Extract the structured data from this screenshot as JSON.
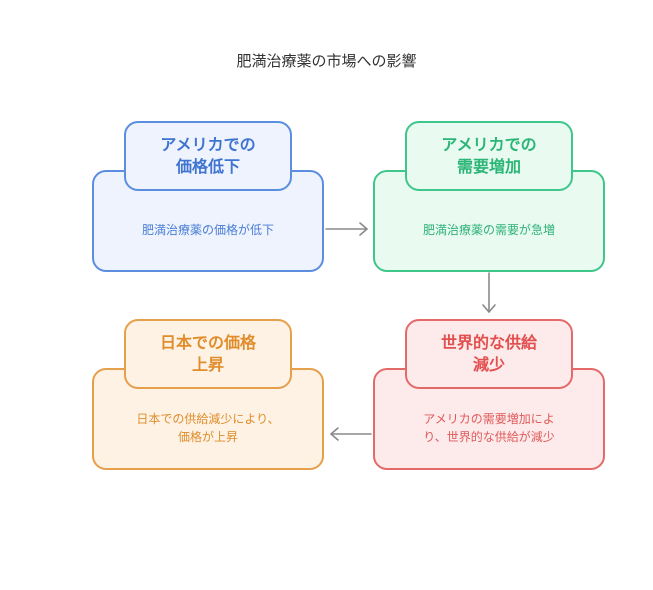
{
  "diagram": {
    "title": "肥満治療薬の市場への影響",
    "nodes": [
      {
        "id": "us-price",
        "heading": "アメリカでの\n価格低下",
        "description": "肥満治療薬の価格が低下",
        "color": "blue"
      },
      {
        "id": "us-demand",
        "heading": "アメリカでの\n需要増加",
        "description": "肥満治療薬の需要が急増",
        "color": "green"
      },
      {
        "id": "global-supply",
        "heading": "世界的な供給\n減少",
        "description_line1": "アメリカの需要増加によ",
        "description_line2": "り、世界的な供給が減少",
        "color": "red"
      },
      {
        "id": "japan-price",
        "heading": "日本での価格\n上昇",
        "description_line1": "日本での供給減少により、",
        "description_line2": "価格が上昇",
        "color": "orange"
      }
    ],
    "edges": [
      {
        "from": "us-price",
        "to": "us-demand"
      },
      {
        "from": "us-demand",
        "to": "global-supply"
      },
      {
        "from": "global-supply",
        "to": "japan-price"
      }
    ],
    "colors": {
      "blue": "#5b8ee0",
      "green": "#3fc68a",
      "red": "#e46a6a",
      "orange": "#e6a04c",
      "arrow": "#8a8a8a"
    }
  }
}
